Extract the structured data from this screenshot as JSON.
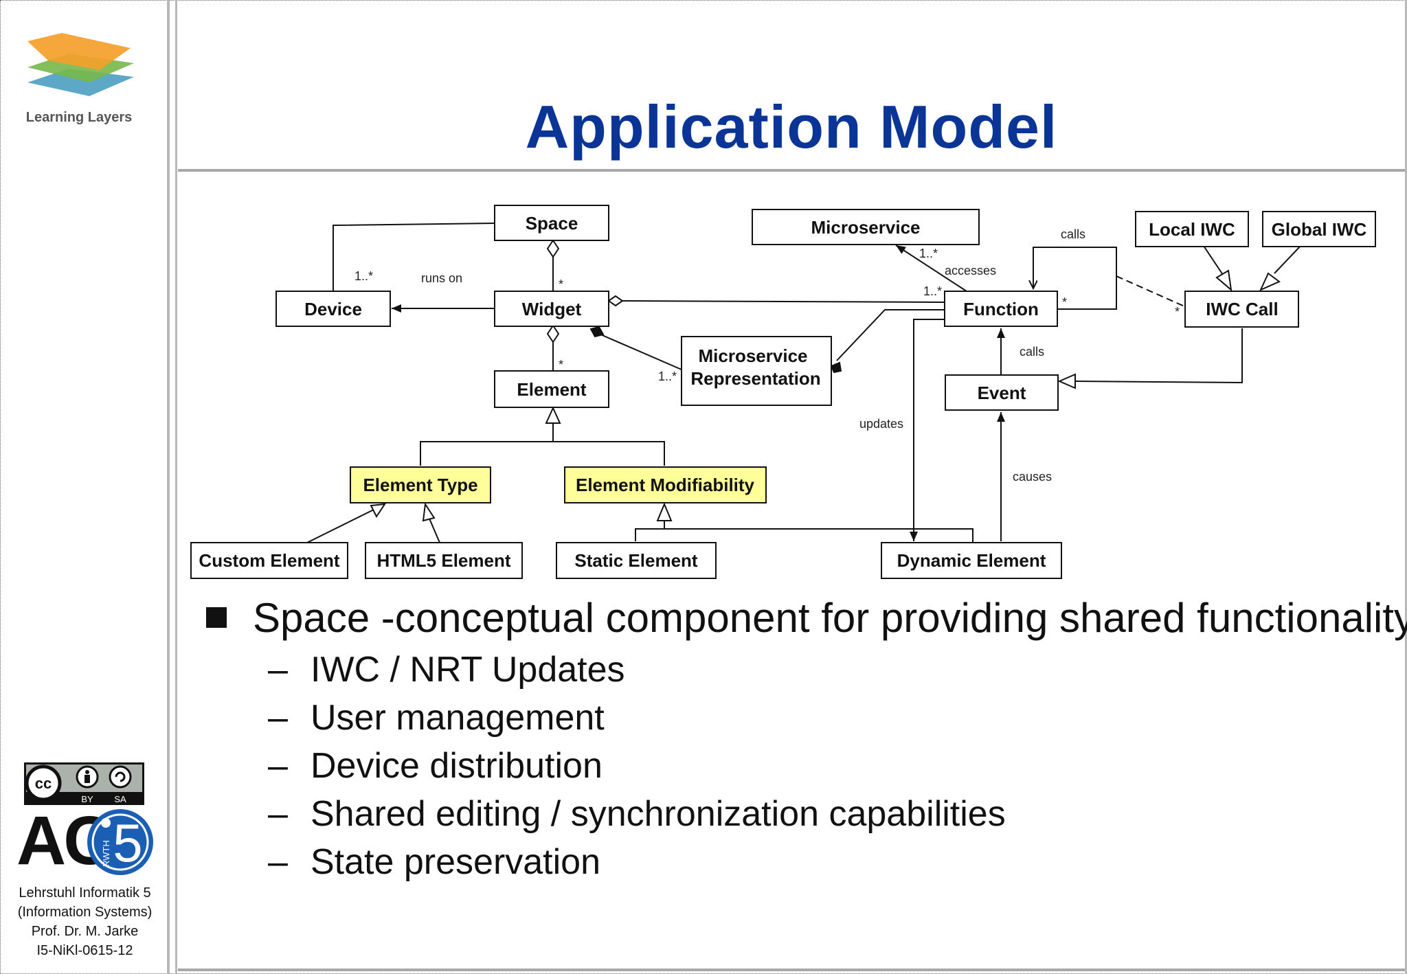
{
  "slide": {
    "title": "Application Model"
  },
  "sidebar": {
    "logo_text": "Learning Layers",
    "license_by": "BY",
    "license_sa": "SA",
    "ac_logo_text": "AC",
    "i5_number": "5",
    "rwth_text": "RWTH",
    "footer": [
      "Lehrstuhl Informatik 5",
      "(Information Systems)",
      "Prof. Dr. M. Jarke",
      "I5-NiKl-0615-12"
    ]
  },
  "diagram": {
    "classes": {
      "space": "Space",
      "device": "Device",
      "widget": "Widget",
      "element": "Element",
      "element_type": "Element Type",
      "element_modifiability": "Element Modifiability",
      "custom_element": "Custom Element",
      "html5_element": "HTML5 Element",
      "static_element": "Static Element",
      "dynamic_element": "Dynamic Element",
      "microservice": "Microservice",
      "microservice_rep_1": "Microservice",
      "microservice_rep_2": "Representation",
      "function": "Function",
      "event": "Event",
      "local_iwc": "Local IWC",
      "global_iwc": "Global IWC",
      "iwc_call": "IWC Call"
    },
    "labels": {
      "runs_on": "runs on",
      "device_mult": "1..*",
      "space_widget_mult": "*",
      "widget_element_mult": "*",
      "widget_msrep_mult": "1..*",
      "accesses": "accesses",
      "ms_mult": "1..*",
      "widget_function_mult": "1..*",
      "calls_top": "calls",
      "function_self_mult": "*",
      "iwc_mult": "*",
      "calls_event": "calls",
      "updates": "updates",
      "causes": "causes"
    },
    "highlight_color": "#ffff99"
  },
  "bullets": {
    "main": "Space -conceptual component for providing shared functionality",
    "dash": "–",
    "subs": [
      "IWC / NRT Updates",
      "User management",
      "Device distribution",
      "Shared editing / synchronization capabilities",
      "State preservation"
    ]
  },
  "colors": {
    "title": "#0a3596",
    "rule": "#a8a8a8"
  }
}
